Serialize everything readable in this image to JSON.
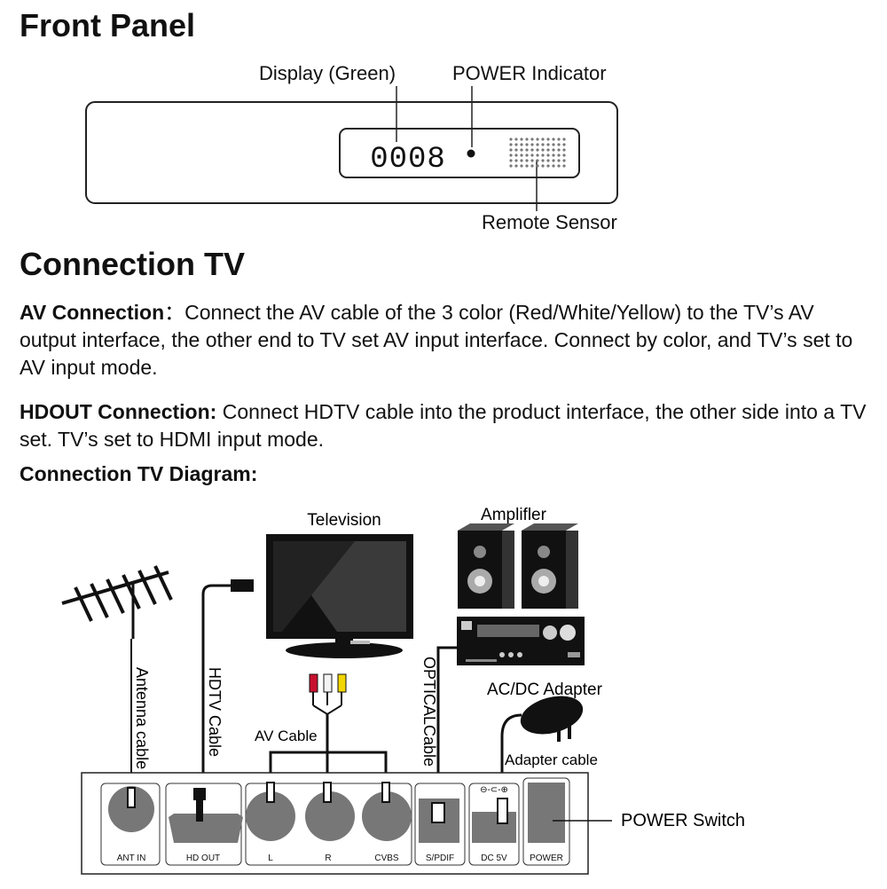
{
  "front_panel": {
    "heading": "Front Panel",
    "display_label": "Display (Green)",
    "power_indicator_label": "POWER Indicator",
    "remote_sensor_label": "Remote Sensor",
    "display_value": "0008"
  },
  "connection": {
    "heading": "Connection TV",
    "av_title": "AV Connection",
    "av_sep": "：",
    "av_text": "Connect the AV cable of the 3 color (Red/White/Yellow) to the TV’s AV output interface, the other end to TV set AV input interface. Connect by color, and TV’s set to AV input mode.",
    "hd_title": "HDOUT Connection:",
    "hd_text": " Connect HDTV cable into the product interface, the other side into a TV set. TV’s set to HDMI input mode.",
    "diagram_title": "Connection TV Diagram:"
  },
  "diagram": {
    "television": "Television",
    "amplifier": "Amplifler",
    "acdc_adapter": "AC/DC Adapter",
    "adapter_cable": "Adapter cable",
    "antenna_cable": "Antenna cable",
    "hdtv_cable": "HDTV Cable",
    "optical_cable": "OPTICALCable",
    "av_cable": "AV Cable",
    "power_switch": "POWER Switch",
    "polarity": "⊖-⊂-⊕",
    "ports": {
      "ant_in": "ANT IN",
      "hd_out": "HD OUT",
      "l": "L",
      "r": "R",
      "cvbs": "CVBS",
      "spdif": "S/PDIF",
      "dc5v": "DC 5V",
      "power": "POWER"
    }
  }
}
